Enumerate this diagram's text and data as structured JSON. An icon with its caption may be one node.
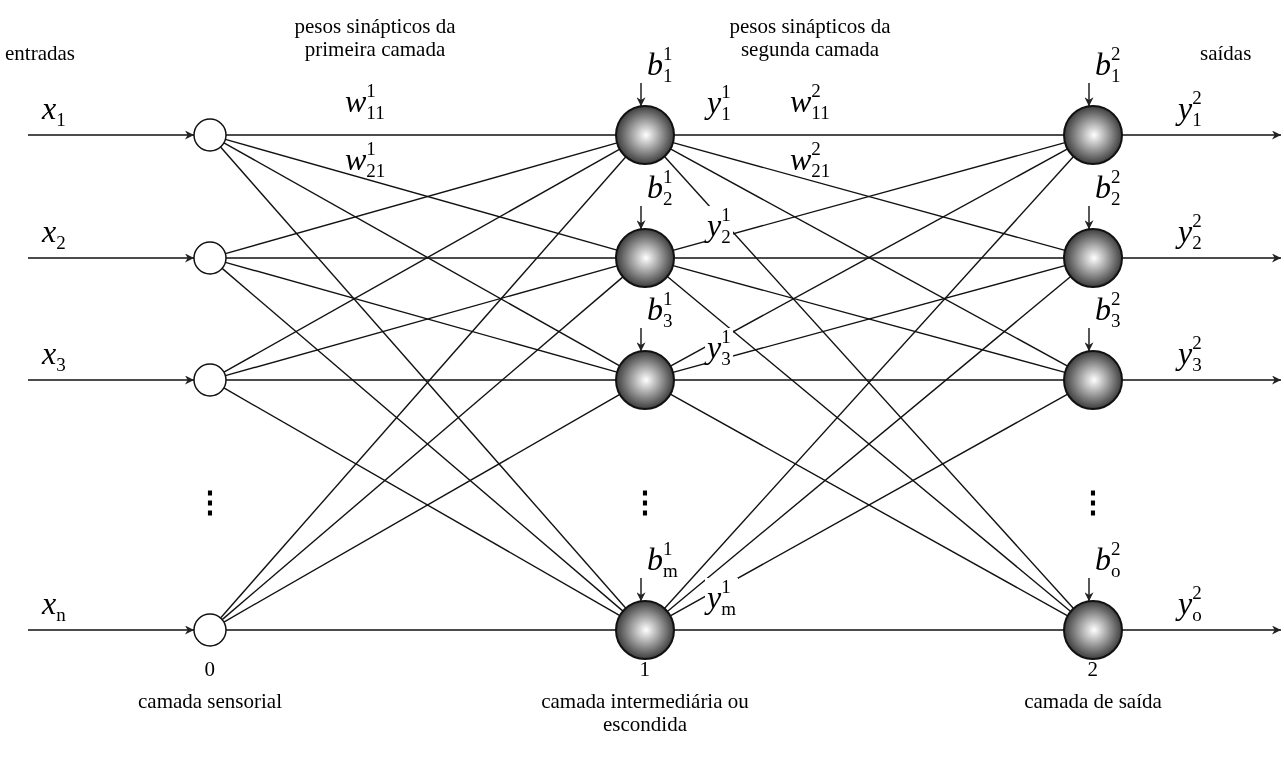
{
  "diagram": {
    "nodes": [
      {
        "text": [],
        "shape": "circle"
      },
      {
        "text": [],
        "shape": "circle"
      },
      {
        "text": [],
        "shape": "circle"
      },
      {
        "text": [],
        "shape": "circle",
        "beside": [
          "0",
          "camada sensorial"
        ]
      },
      {
        "text": [],
        "shape": "circle",
        "beside": [
          "y$^{1}$$_{1}$"
        ]
      },
      {
        "text": [],
        "shape": "circle",
        "beside": [
          "y$^{1}$$_{2}$"
        ]
      },
      {
        "text": [],
        "shape": "circle",
        "beside": [
          "y$^{1}$$_{3}$"
        ]
      },
      {
        "text": [],
        "shape": "circle",
        "beside": [
          "y$^{1}$$_{m}$",
          "1",
          "camada intermediária ou escondida"
        ]
      },
      {
        "text": [],
        "shape": "circle"
      },
      {
        "text": [],
        "shape": "circle"
      },
      {
        "text": [],
        "shape": "circle"
      },
      {
        "text": [],
        "shape": "circle",
        "beside": [
          "2",
          "camada de saída"
        ]
      },
      {
        "text": [
          "b$^{1}$$_{1}$"
        ]
      },
      {
        "text": [
          "b$^{1}$$_{2}$"
        ]
      },
      {
        "text": [
          "b$^{1}$$_{3}$"
        ]
      },
      {
        "text": [
          "b$^{1}$$_{m}$"
        ]
      },
      {
        "text": [
          "b$^{2}$$_{1}$"
        ]
      },
      {
        "text": [
          "b$^{2}$$_{2}$"
        ]
      },
      {
        "text": [
          "b$^{2}$$_{3}$"
        ]
      },
      {
        "text": [
          "b$^{2}$$_{o}$"
        ]
      }
    ],
    "edges": [
      {
        "from": null,
        "to": 0,
        "arrow": "to",
        "label": "x$_{1}$"
      },
      {
        "from": null,
        "to": 1,
        "arrow": "to",
        "label": "x$_{2}$"
      },
      {
        "from": null,
        "to": 2,
        "arrow": "to",
        "label": "x$_{3}$"
      },
      {
        "from": null,
        "to": 3,
        "arrow": "to",
        "label": "x$_{n}$"
      },
      {
        "from": 0,
        "to": 4,
        "arrow": "none"
      },
      {
        "from": 0,
        "to": 5,
        "arrow": "none"
      },
      {
        "from": 0,
        "to": 6,
        "arrow": "none"
      },
      {
        "from": 0,
        "to": 7,
        "arrow": "none"
      },
      {
        "from": 1,
        "to": 4,
        "arrow": "none"
      },
      {
        "from": 1,
        "to": 5,
        "arrow": "none"
      },
      {
        "from": 1,
        "to": 6,
        "arrow": "none"
      },
      {
        "from": 1,
        "to": 7,
        "arrow": "none"
      },
      {
        "from": 2,
        "to": 4,
        "arrow": "none"
      },
      {
        "from": 2,
        "to": 5,
        "arrow": "none"
      },
      {
        "from": 2,
        "to": 6,
        "arrow": "none"
      },
      {
        "from": 2,
        "to": 7,
        "arrow": "none"
      },
      {
        "from": 3,
        "to": 4,
        "arrow": "none"
      },
      {
        "from": 3,
        "to": 5,
        "arrow": "none"
      },
      {
        "from": 3,
        "to": 6,
        "arrow": "none"
      },
      {
        "from": 3,
        "to": 7,
        "arrow": "none"
      },
      {
        "from": 4,
        "to": 8,
        "arrow": "none"
      },
      {
        "from": 4,
        "to": 9,
        "arrow": "none"
      },
      {
        "from": 4,
        "to": 10,
        "arrow": "none"
      },
      {
        "from": 4,
        "to": 11,
        "arrow": "none"
      },
      {
        "from": 5,
        "to": 8,
        "arrow": "none"
      },
      {
        "from": 5,
        "to": 9,
        "arrow": "none"
      },
      {
        "from": 5,
        "to": 10,
        "arrow": "none"
      },
      {
        "from": 5,
        "to": 11,
        "arrow": "none"
      },
      {
        "from": 6,
        "to": 8,
        "arrow": "none"
      },
      {
        "from": 6,
        "to": 9,
        "arrow": "none"
      },
      {
        "from": 6,
        "to": 10,
        "arrow": "none"
      },
      {
        "from": 6,
        "to": 11,
        "arrow": "none"
      },
      {
        "from": 7,
        "to": 8,
        "arrow": "none"
      },
      {
        "from": 7,
        "to": 9,
        "arrow": "none"
      },
      {
        "from": 7,
        "to": 10,
        "arrow": "none"
      },
      {
        "from": 7,
        "to": 11,
        "arrow": "none"
      },
      {
        "from": 12,
        "to": 4,
        "arrow": "to"
      },
      {
        "from": 13,
        "to": 5,
        "arrow": "to"
      },
      {
        "from": 14,
        "to": 6,
        "arrow": "to"
      },
      {
        "from": 15,
        "to": 7,
        "arrow": "to"
      },
      {
        "from": 16,
        "to": 8,
        "arrow": "to"
      },
      {
        "from": 17,
        "to": 9,
        "arrow": "to"
      },
      {
        "from": 18,
        "to": 10,
        "arrow": "to"
      },
      {
        "from": 19,
        "to": 11,
        "arrow": "to"
      },
      {
        "from": 8,
        "to": null,
        "arrow": "to",
        "label": "y$^{2}$$_{1}$"
      },
      {
        "from": 9,
        "to": null,
        "arrow": "to",
        "label": "y$^{2}$$_{2}$"
      },
      {
        "from": 10,
        "to": null,
        "arrow": "to",
        "label": "y$^{2}$$_{3}$"
      },
      {
        "from": 11,
        "to": null,
        "arrow": "to",
        "label": "y$^{2}$$_{o}$"
      }
    ],
    "labels": [
      "entradas",
      "pesos sinápticos da primeira camada",
      "pesos sinápticos da segunda camada",
      "saídas",
      "w$^{1}$$_{11}$",
      "w$^{2}$$_{11}$",
      "w$^{1}$$_{21}$",
      "w$^{2}$$_{21}$",
      "⋮",
      "⋮",
      "⋮"
    ]
  }
}
